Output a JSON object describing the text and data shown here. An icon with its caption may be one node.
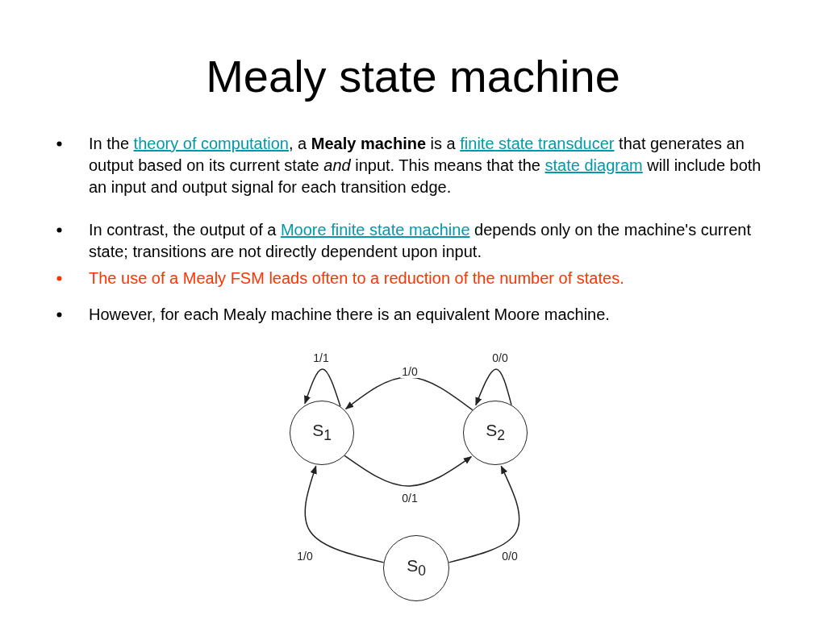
{
  "diagram": {
    "title": "Mealy state machine",
    "nodes": [
      {
        "text": [
          "S$_{1}$"
        ]
      },
      {
        "text": [
          "S$_{2}$"
        ]
      },
      {
        "text": [
          "S$_{0}$"
        ]
      }
    ],
    "edges": [
      {
        "from": 0,
        "to": 0,
        "arrow": "to",
        "label": "1/1"
      },
      {
        "from": 1,
        "to": 1,
        "arrow": "to",
        "label": "0/0"
      },
      {
        "from": 1,
        "to": 0,
        "arrow": "to",
        "label": "1/0"
      },
      {
        "from": 0,
        "to": 1,
        "arrow": "to",
        "label": "0/1"
      },
      {
        "from": 2,
        "to": 0,
        "arrow": "to",
        "label": "1/0"
      },
      {
        "from": 2,
        "to": 1,
        "arrow": "to",
        "label": "0/0"
      }
    ],
    "labels": [
      "In the",
      "theory of computation",
      ", a **Mealy machine** is a",
      "finite state transducer",
      "that generates an output based on its current state *and* input. This means that the",
      "state diagram",
      "will include both an input and output signal for each transition edge.",
      "In contrast, the output of a",
      "Moore finite state machine",
      "depends only on the machine's current state; transitions are not directly dependent upon input.",
      "The use of a Mealy FSM leads often to a reduction of the number of states.",
      "However, for each Mealy machine there is an equivalent Moore machine."
    ]
  }
}
